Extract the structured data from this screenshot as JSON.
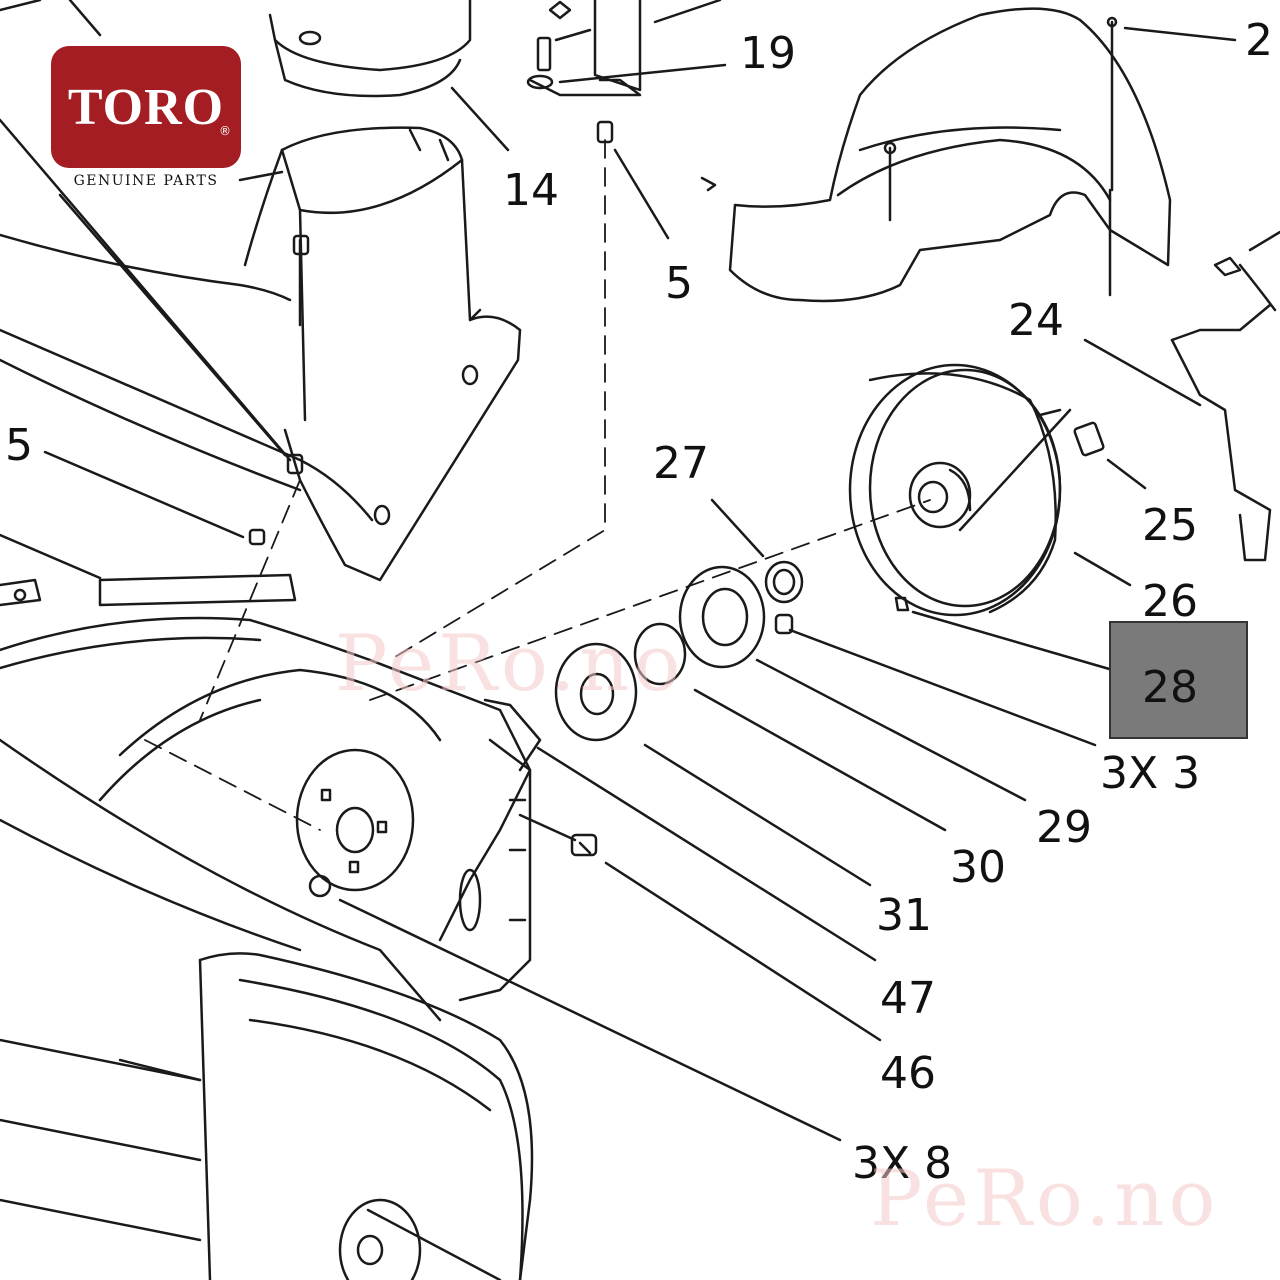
{
  "brand": {
    "logo": "TORO",
    "registered": "®",
    "tagline": "GENUINE PARTS"
  },
  "callouts": {
    "c2": "2",
    "c19": "19",
    "c14": "14",
    "c5a": "5",
    "c5b": "5",
    "c24": "24",
    "c27": "27",
    "c25": "25",
    "c26": "26",
    "c28": "28",
    "c3x3": "3X 3",
    "c29": "29",
    "c30": "30",
    "c31": "31",
    "c47": "47",
    "c46": "46",
    "c3x8": "3X 8"
  },
  "watermark": {
    "text": "PeRo.no",
    "text2": "PeRo.no"
  },
  "colors": {
    "logo_red": "#a31d22",
    "highlight_box": "#7a7a7a",
    "watermark": "#f4c9c9"
  }
}
